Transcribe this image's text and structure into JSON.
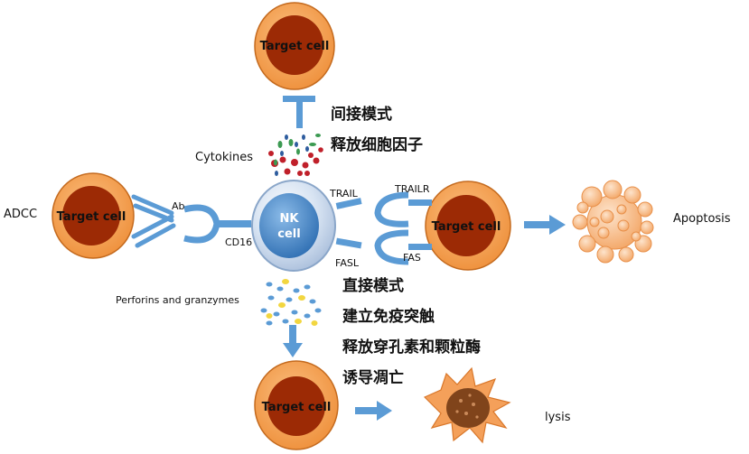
{
  "diagram": {
    "target_cell_label": "Target cell",
    "nk_cell": {
      "line1": "NK",
      "line2": "cell"
    },
    "labels": {
      "adcc": "ADCC",
      "ab": "Ab",
      "cd16": "CD16",
      "trail": "TRAIL",
      "trailr": "TRAILR",
      "fasl": "FASL",
      "fas": "FAS",
      "cytokines": "Cytokines",
      "perforins": "Perforins and granzymes",
      "apoptosis": "Apoptosis",
      "lysis": "lysis"
    },
    "indirect_mode": [
      "间接模式",
      "释放细胞因子"
    ],
    "direct_mode": [
      "直接模式",
      "建立免疫突触",
      "释放穿孔素和颗粒酶",
      "诱导凋亡"
    ],
    "colors": {
      "target_outer": "#F5A04F",
      "target_outer_stroke": "#C46A1E",
      "target_nucleus": "#9C2A05",
      "nk_body": "#4A8ACB",
      "receptor_blue": "#5B9BD5",
      "cytokine_red": "#C0202A",
      "cytokine_green": "#3C9A52",
      "granule_yellow": "#F2D640",
      "apoptotic_orange": "#F7B27A"
    }
  }
}
